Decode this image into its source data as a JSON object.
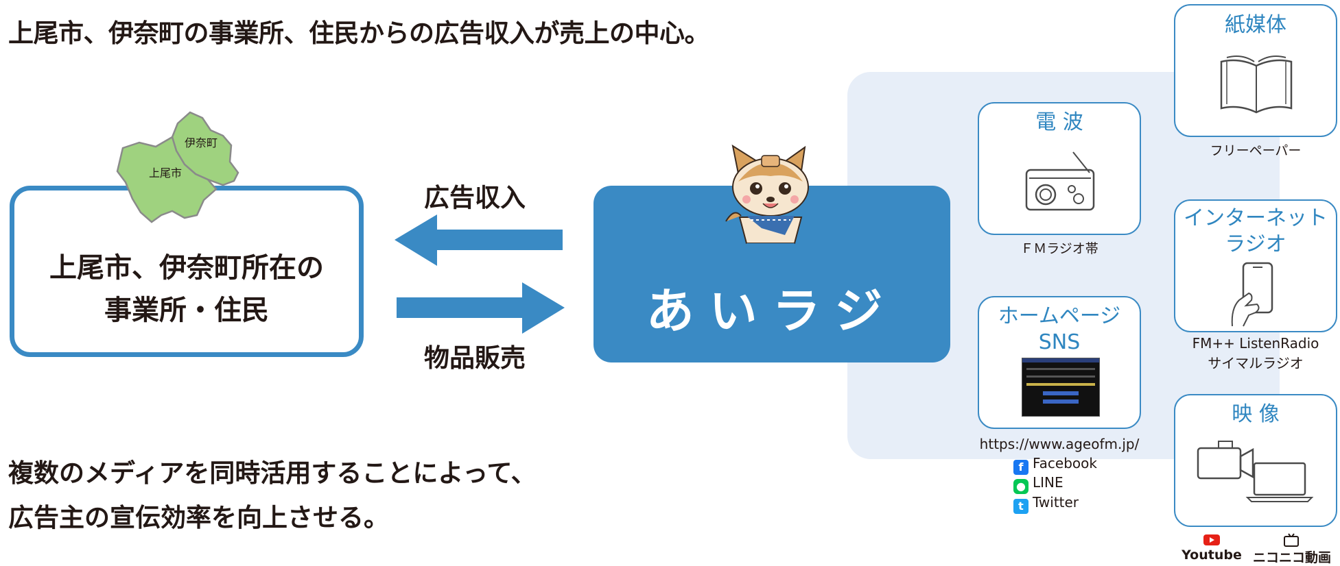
{
  "headline": "上尾市、伊奈町の事業所、住民からの広告収入が売上の中心。",
  "map": {
    "city_a": "上尾市",
    "city_b": "伊奈町"
  },
  "left_box": {
    "line1": "上尾市、伊奈町所在の",
    "line2": "事業所・住民"
  },
  "flow": {
    "top_label": "広告収入",
    "bottom_label": "物品販売"
  },
  "brand": {
    "name": "あいラジ"
  },
  "media": {
    "radio_wave": {
      "title": "電 波",
      "caption": "ＦＭラジオ帯"
    },
    "homepage": {
      "title_line1": "ホームページ",
      "title_line2": "SNS",
      "url": "https://www.ageofm.jp/",
      "links": [
        "Facebook",
        "LINE",
        "Twitter"
      ]
    },
    "paper": {
      "title": "紙媒体",
      "caption": "フリーペーパー"
    },
    "internet": {
      "title_line1": "インターネット",
      "title_line2": "ラジオ",
      "caption_line1": "FM++ ListenRadio",
      "caption_line2": "サイマルラジオ"
    },
    "video": {
      "title": "映 像",
      "platforms": [
        "Youtube",
        "ニコニコ動画"
      ]
    }
  },
  "tagline": {
    "line1": "複数のメディアを同時活用することによって、",
    "line2": "広告主の宣伝効率を向上させる。"
  },
  "colors": {
    "accent": "#3a8ac4",
    "panel": "#e7eef8",
    "map_green": "#9fd27f"
  }
}
